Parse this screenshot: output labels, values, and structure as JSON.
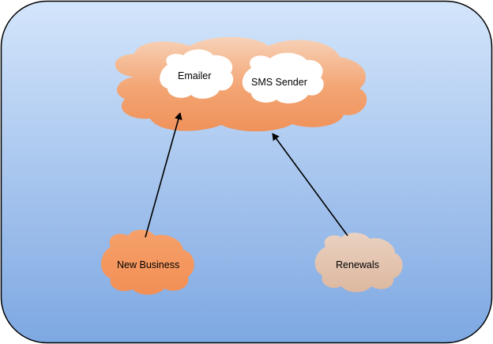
{
  "diagram": {
    "nodes": {
      "services_cloud": {
        "emailer_label": "Emailer",
        "sms_sender_label": "SMS Sender"
      },
      "new_business": {
        "label": "New Business"
      },
      "renewals": {
        "label": "Renewals"
      }
    },
    "edges": [
      {
        "from": "New Business",
        "to": "Emailer"
      },
      {
        "from": "Renewals",
        "to": "SMS Sender"
      }
    ],
    "colors": {
      "background_top": "#d3e5fb",
      "background_bottom": "#7ea8e2",
      "border": "#000000",
      "main_cloud_top": "#f7d2b8",
      "main_cloud_bottom": "#f0925a",
      "inner_cloud": "#ffffff",
      "new_business_cloud": "#f5955a",
      "renewals_cloud": "#e3c2ac",
      "arrow": "#000000"
    }
  }
}
